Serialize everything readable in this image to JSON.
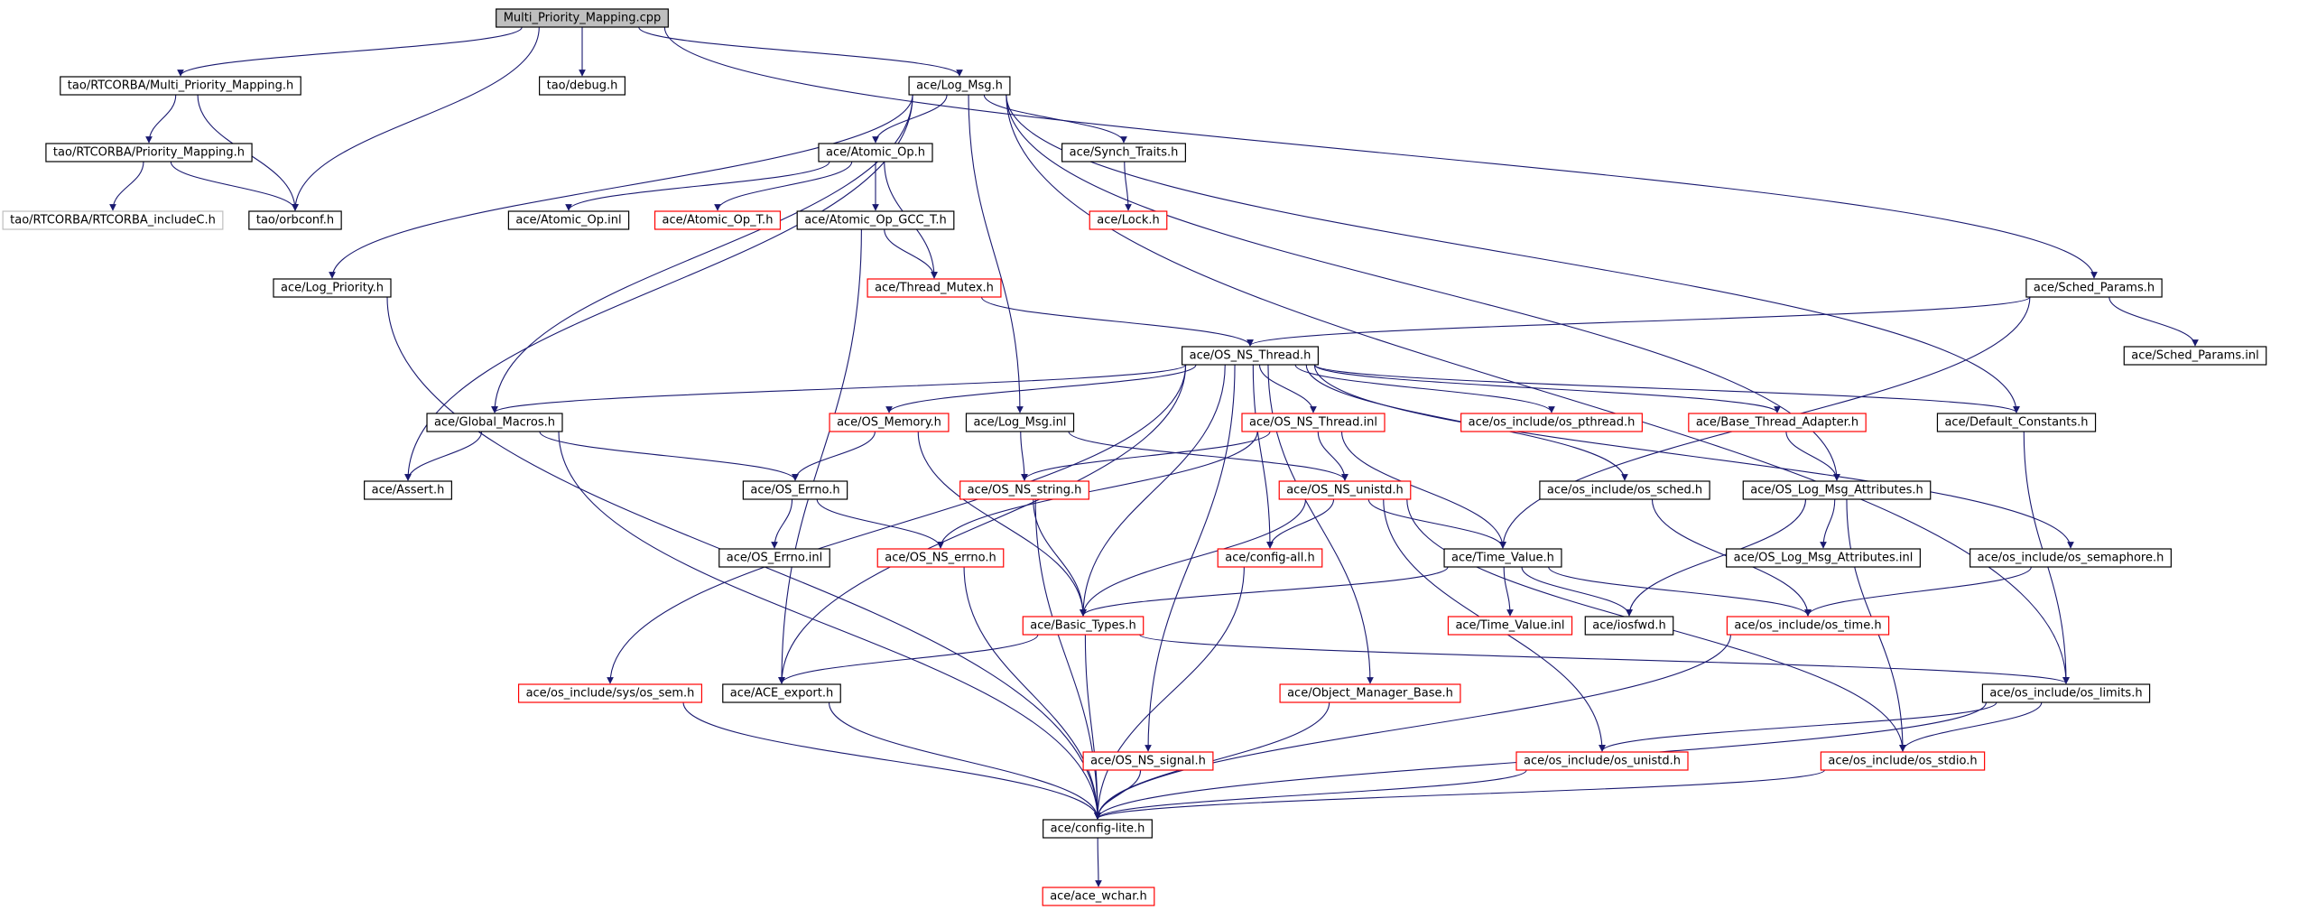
{
  "graph": {
    "nodes": [
      {
        "id": "root",
        "label": "Multi_Priority_Mapping.cpp",
        "style": "root"
      },
      {
        "id": "multi_priority_mapping_h",
        "label": "tao/RTCORBA/Multi_Priority_Mapping.h",
        "style": "black"
      },
      {
        "id": "tao_debug",
        "label": "tao/debug.h",
        "style": "black"
      },
      {
        "id": "log_msg",
        "label": "ace/Log_Msg.h",
        "style": "black"
      },
      {
        "id": "priority_mapping",
        "label": "tao/RTCORBA/Priority_Mapping.h",
        "style": "black"
      },
      {
        "id": "rtcorba_includec",
        "label": "tao/RTCORBA/RTCORBA_includeC.h",
        "style": "gray"
      },
      {
        "id": "orbconf",
        "label": "tao/orbconf.h",
        "style": "black"
      },
      {
        "id": "atomic_op",
        "label": "ace/Atomic_Op.h",
        "style": "black"
      },
      {
        "id": "synch_traits",
        "label": "ace/Synch_Traits.h",
        "style": "black"
      },
      {
        "id": "atomic_op_inl",
        "label": "ace/Atomic_Op.inl",
        "style": "black"
      },
      {
        "id": "atomic_op_t",
        "label": "ace/Atomic_Op_T.h",
        "style": "red"
      },
      {
        "id": "atomic_op_gcc_t",
        "label": "ace/Atomic_Op_GCC_T.h",
        "style": "black"
      },
      {
        "id": "lock",
        "label": "ace/Lock.h",
        "style": "red"
      },
      {
        "id": "log_priority",
        "label": "ace/Log_Priority.h",
        "style": "black"
      },
      {
        "id": "thread_mutex",
        "label": "ace/Thread_Mutex.h",
        "style": "red"
      },
      {
        "id": "sched_params",
        "label": "ace/Sched_Params.h",
        "style": "black"
      },
      {
        "id": "os_ns_thread",
        "label": "ace/OS_NS_Thread.h",
        "style": "black"
      },
      {
        "id": "sched_params_inl",
        "label": "ace/Sched_Params.inl",
        "style": "black"
      },
      {
        "id": "global_macros",
        "label": "ace/Global_Macros.h",
        "style": "black"
      },
      {
        "id": "os_memory",
        "label": "ace/OS_Memory.h",
        "style": "red"
      },
      {
        "id": "log_msg_inl",
        "label": "ace/Log_Msg.inl",
        "style": "black"
      },
      {
        "id": "os_ns_thread_inl",
        "label": "ace/OS_NS_Thread.inl",
        "style": "red"
      },
      {
        "id": "os_pthread",
        "label": "ace/os_include/os_pthread.h",
        "style": "red"
      },
      {
        "id": "base_thread_adapter",
        "label": "ace/Base_Thread_Adapter.h",
        "style": "red"
      },
      {
        "id": "default_constants",
        "label": "ace/Default_Constants.h",
        "style": "black"
      },
      {
        "id": "assert",
        "label": "ace/Assert.h",
        "style": "black"
      },
      {
        "id": "os_errno",
        "label": "ace/OS_Errno.h",
        "style": "black"
      },
      {
        "id": "os_ns_string",
        "label": "ace/OS_NS_string.h",
        "style": "red"
      },
      {
        "id": "os_ns_unistd",
        "label": "ace/OS_NS_unistd.h",
        "style": "red"
      },
      {
        "id": "os_sched",
        "label": "ace/os_include/os_sched.h",
        "style": "black"
      },
      {
        "id": "os_log_msg_attributes",
        "label": "ace/OS_Log_Msg_Attributes.h",
        "style": "black"
      },
      {
        "id": "os_errno_inl",
        "label": "ace/OS_Errno.inl",
        "style": "black"
      },
      {
        "id": "os_ns_errno",
        "label": "ace/OS_NS_errno.h",
        "style": "red"
      },
      {
        "id": "config_all",
        "label": "ace/config-all.h",
        "style": "red"
      },
      {
        "id": "time_value",
        "label": "ace/Time_Value.h",
        "style": "black"
      },
      {
        "id": "os_log_msg_attributes_inl",
        "label": "ace/OS_Log_Msg_Attributes.inl",
        "style": "black"
      },
      {
        "id": "os_semaphore",
        "label": "ace/os_include/os_semaphore.h",
        "style": "black"
      },
      {
        "id": "basic_types",
        "label": "ace/Basic_Types.h",
        "style": "red"
      },
      {
        "id": "time_value_inl",
        "label": "ace/Time_Value.inl",
        "style": "red"
      },
      {
        "id": "iosfwd",
        "label": "ace/iosfwd.h",
        "style": "black"
      },
      {
        "id": "os_time",
        "label": "ace/os_include/os_time.h",
        "style": "red"
      },
      {
        "id": "sys_os_sem",
        "label": "ace/os_include/sys/os_sem.h",
        "style": "red"
      },
      {
        "id": "ace_export",
        "label": "ace/ACE_export.h",
        "style": "black"
      },
      {
        "id": "object_manager_base",
        "label": "ace/Object_Manager_Base.h",
        "style": "red"
      },
      {
        "id": "os_limits",
        "label": "ace/os_include/os_limits.h",
        "style": "black"
      },
      {
        "id": "os_ns_signal",
        "label": "ace/OS_NS_signal.h",
        "style": "red"
      },
      {
        "id": "os_unistd",
        "label": "ace/os_include/os_unistd.h",
        "style": "red"
      },
      {
        "id": "os_stdio",
        "label": "ace/os_include/os_stdio.h",
        "style": "red"
      },
      {
        "id": "config_lite",
        "label": "ace/config-lite.h",
        "style": "black"
      },
      {
        "id": "ace_wchar",
        "label": "ace/ace_wchar.h",
        "style": "red"
      }
    ],
    "edges": [
      [
        "root",
        "multi_priority_mapping_h"
      ],
      [
        "root",
        "tao_debug"
      ],
      [
        "root",
        "log_msg"
      ],
      [
        "root",
        "orbconf"
      ],
      [
        "root",
        "sched_params"
      ],
      [
        "multi_priority_mapping_h",
        "priority_mapping"
      ],
      [
        "multi_priority_mapping_h",
        "orbconf"
      ],
      [
        "priority_mapping",
        "rtcorba_includec"
      ],
      [
        "priority_mapping",
        "orbconf"
      ],
      [
        "log_msg",
        "atomic_op"
      ],
      [
        "log_msg",
        "synch_traits"
      ],
      [
        "log_msg",
        "log_priority"
      ],
      [
        "log_msg",
        "global_macros"
      ],
      [
        "log_msg",
        "assert"
      ],
      [
        "log_msg",
        "log_msg_inl"
      ],
      [
        "log_msg",
        "default_constants"
      ],
      [
        "log_msg",
        "os_log_msg_attributes"
      ],
      [
        "log_msg",
        "os_limits"
      ],
      [
        "atomic_op",
        "atomic_op_inl"
      ],
      [
        "atomic_op",
        "atomic_op_t"
      ],
      [
        "atomic_op",
        "atomic_op_gcc_t"
      ],
      [
        "atomic_op",
        "thread_mutex"
      ],
      [
        "atomic_op_gcc_t",
        "thread_mutex"
      ],
      [
        "atomic_op_gcc_t",
        "ace_export"
      ],
      [
        "synch_traits",
        "lock"
      ],
      [
        "thread_mutex",
        "os_ns_thread"
      ],
      [
        "sched_params",
        "os_ns_thread"
      ],
      [
        "sched_params",
        "sched_params_inl"
      ],
      [
        "sched_params",
        "time_value"
      ],
      [
        "log_priority",
        "config_lite"
      ],
      [
        "os_ns_thread",
        "global_macros"
      ],
      [
        "os_ns_thread",
        "os_memory"
      ],
      [
        "os_ns_thread",
        "os_ns_thread_inl"
      ],
      [
        "os_ns_thread",
        "os_pthread"
      ],
      [
        "os_ns_thread",
        "base_thread_adapter"
      ],
      [
        "os_ns_thread",
        "default_constants"
      ],
      [
        "os_ns_thread",
        "os_sched"
      ],
      [
        "os_ns_thread",
        "os_semaphore"
      ],
      [
        "os_ns_thread",
        "config_all"
      ],
      [
        "os_ns_thread",
        "basic_types"
      ],
      [
        "os_ns_thread",
        "sys_os_sem"
      ],
      [
        "os_ns_thread",
        "ace_export"
      ],
      [
        "os_ns_thread",
        "object_manager_base"
      ],
      [
        "os_ns_thread",
        "os_ns_signal"
      ],
      [
        "global_macros",
        "assert"
      ],
      [
        "global_macros",
        "os_errno"
      ],
      [
        "global_macros",
        "config_lite"
      ],
      [
        "os_memory",
        "os_errno"
      ],
      [
        "os_memory",
        "basic_types"
      ],
      [
        "log_msg_inl",
        "os_ns_string"
      ],
      [
        "log_msg_inl",
        "os_ns_unistd"
      ],
      [
        "os_ns_thread_inl",
        "os_ns_string"
      ],
      [
        "os_ns_thread_inl",
        "os_ns_errno"
      ],
      [
        "os_ns_thread_inl",
        "os_ns_unistd"
      ],
      [
        "os_ns_thread_inl",
        "time_value"
      ],
      [
        "base_thread_adapter",
        "os_log_msg_attributes"
      ],
      [
        "default_constants",
        "os_limits"
      ],
      [
        "os_errno",
        "os_errno_inl"
      ],
      [
        "os_errno",
        "os_ns_errno"
      ],
      [
        "os_ns_string",
        "basic_types"
      ],
      [
        "os_ns_string",
        "config_lite"
      ],
      [
        "os_ns_unistd",
        "basic_types"
      ],
      [
        "os_ns_unistd",
        "config_all"
      ],
      [
        "os_ns_unistd",
        "time_value"
      ],
      [
        "os_ns_unistd",
        "os_unistd"
      ],
      [
        "os_ns_unistd",
        "os_stdio"
      ],
      [
        "os_sched",
        "os_time"
      ],
      [
        "os_log_msg_attributes",
        "os_log_msg_attributes_inl"
      ],
      [
        "os_log_msg_attributes",
        "iosfwd"
      ],
      [
        "os_log_msg_attributes",
        "os_stdio"
      ],
      [
        "os_ns_errno",
        "config_lite"
      ],
      [
        "config_all",
        "config_lite"
      ],
      [
        "time_value",
        "basic_types"
      ],
      [
        "time_value",
        "time_value_inl"
      ],
      [
        "time_value",
        "iosfwd"
      ],
      [
        "time_value",
        "os_time"
      ],
      [
        "os_semaphore",
        "os_time"
      ],
      [
        "basic_types",
        "ace_export"
      ],
      [
        "basic_types",
        "os_limits"
      ],
      [
        "basic_types",
        "config_lite"
      ],
      [
        "os_time",
        "config_lite"
      ],
      [
        "sys_os_sem",
        "config_lite"
      ],
      [
        "ace_export",
        "config_lite"
      ],
      [
        "object_manager_base",
        "config_lite"
      ],
      [
        "os_limits",
        "os_unistd"
      ],
      [
        "os_limits",
        "os_stdio"
      ],
      [
        "os_limits",
        "config_lite"
      ],
      [
        "os_ns_signal",
        "config_lite"
      ],
      [
        "os_unistd",
        "config_lite"
      ],
      [
        "os_stdio",
        "config_lite"
      ],
      [
        "config_lite",
        "ace_wchar"
      ]
    ]
  }
}
